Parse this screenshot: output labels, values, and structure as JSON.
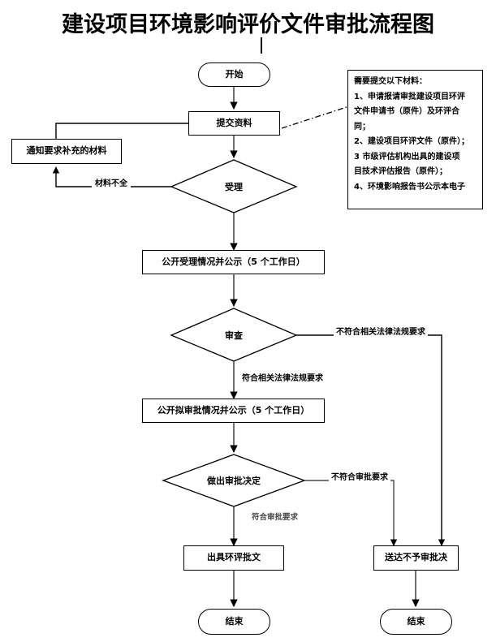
{
  "title": "建设项目环境影响评价文件审批流程图",
  "note_box": {
    "name": "required-materials-note",
    "lines": [
      "需要提交以下材料：",
      "1、申请报请审批建设项目环评",
      "文件申请书（原件）及环评合",
      "同；",
      "2、建设项目环评文件（原件）；",
      "3 市级评估机构出具的建设项",
      "目技术评估报告（原件）；",
      "4、环境影响报告书公示本电子"
    ]
  },
  "nodes": {
    "start": "开始",
    "submit_materials": "提交资料",
    "notify_supplement": "通知要求补充的材料",
    "acceptance": "受理",
    "publicize_acceptance": "公开受理情况并公示（5 个工作日）",
    "review": "审查",
    "publicize_draft_approval": "公开拟审批情况并公示（5 个工作日）",
    "approval_decision": "做出审批决定",
    "issue_approval_doc": "出具环评批文",
    "deliver_rejection": "送达不予审批决",
    "end_left": "结束",
    "end_right": "结束"
  },
  "edge_labels": {
    "materials_incomplete": "材料不全",
    "not_meet_laws": "不符合相关法律法规要求",
    "meet_laws": "符合相关法律法规要求",
    "not_meet_approval": "不符合审批要求",
    "meet_approval": "符合审批要求"
  },
  "colors": {
    "line": "#000000",
    "line_gray": "#555555",
    "background": "#ffffff",
    "text": "#000000"
  }
}
